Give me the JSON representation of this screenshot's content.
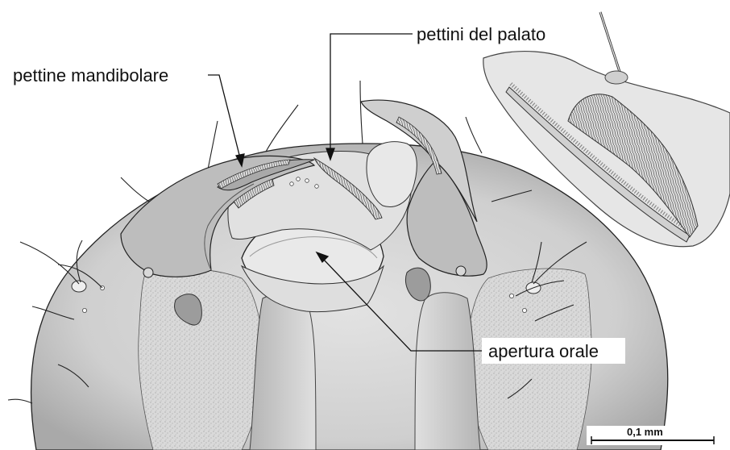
{
  "labels": {
    "palate_combs": "pettini del palato",
    "mandibular_comb": "pettine mandibolare",
    "oral_opening": "apertura orale"
  },
  "scale_bar": {
    "text": "0,1 mm"
  },
  "colors": {
    "head_fill": "#d4d4d4",
    "dark_shade": "#a8a8a8",
    "light_fill": "#ededed",
    "outline": "#222222",
    "inset_bg": "#e4e4e4"
  }
}
